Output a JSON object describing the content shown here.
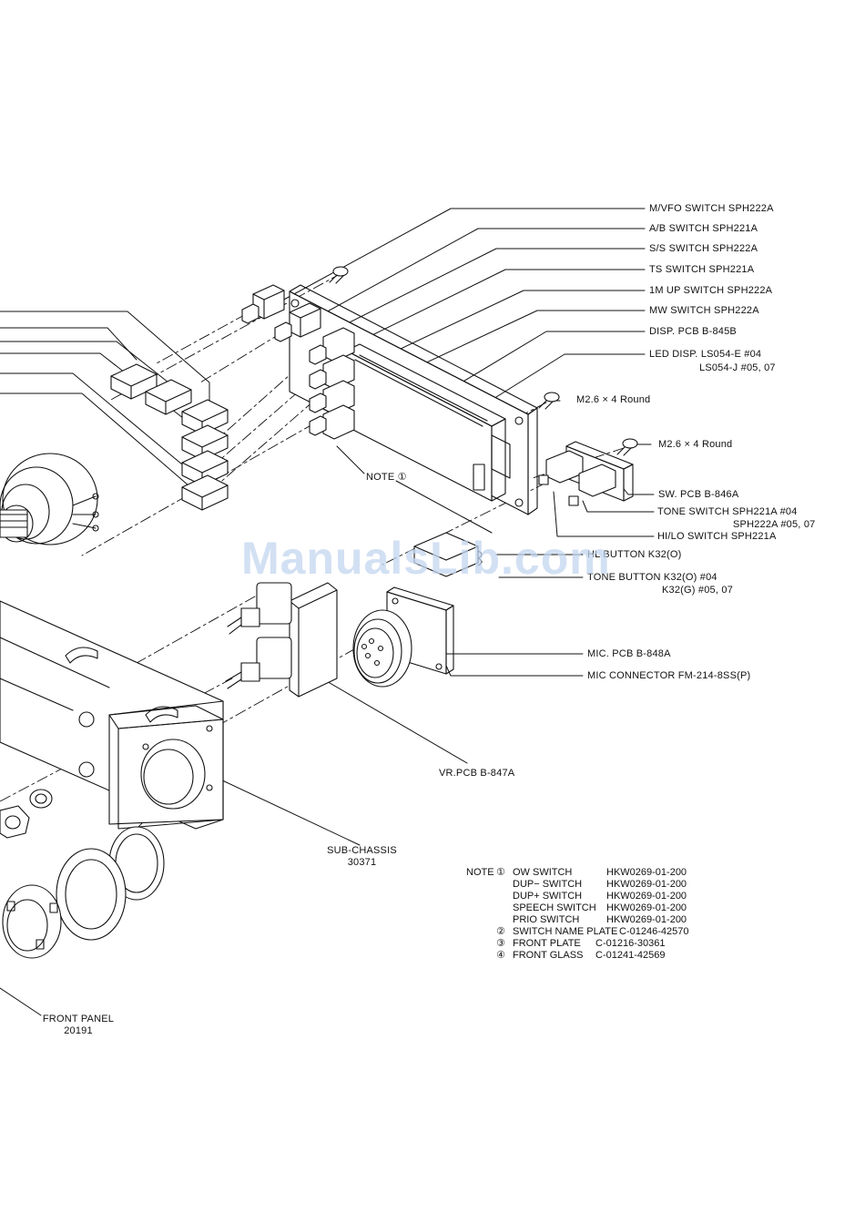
{
  "callouts": {
    "mvfo": "M/VFO SWITCH SPH222A",
    "ab": "A/B SWITCH SPH221A",
    "ss": "S/S SWITCH SPH222A",
    "ts": "TS SWITCH SPH221A",
    "mup": "1M UP SWITCH SPH222A",
    "mw": "MW SWITCH SPH222A",
    "disp_pcb": "DISP. PCB B-845B",
    "led_disp_1": "LED DISP. LS054-E #04",
    "led_disp_2": "LS054-J #05, 07",
    "screw_1": "M2.6 × 4 Round",
    "screw_2": "M2.6 × 4 Round",
    "note1": "NOTE ①",
    "sw_pcb": "SW. PCB B-846A",
    "tone_sw_1": "TONE SWITCH SPH221A #04",
    "tone_sw_2": "SPH222A #05, 07",
    "hilo_sw": "HI/LO SWITCH SPH221A",
    "hl_button": "HL BUTTON K32(O)",
    "tone_button_1": "TONE BUTTON K32(O) #04",
    "tone_button_2": "K32(G) #05, 07",
    "mic_pcb": "MIC. PCB B-848A",
    "mic_conn": "MIC CONNECTOR FM-214-8SS(P)",
    "vr_pcb": "VR.PCB B-847A",
    "sub_chassis_1": "SUB-CHASSIS",
    "sub_chassis_2": "30371",
    "front_panel_1": "FRONT PANEL",
    "front_panel_2": "20191"
  },
  "notes": {
    "heading": "NOTE",
    "rows": [
      {
        "mark": "①",
        "name": "OW SWITCH",
        "part": "HKW0269-01-200"
      },
      {
        "mark": "",
        "name": "DUP− SWITCH",
        "part": "HKW0269-01-200"
      },
      {
        "mark": "",
        "name": "DUP+ SWITCH",
        "part": "HKW0269-01-200"
      },
      {
        "mark": "",
        "name": "SPEECH SWITCH",
        "part": "HKW0269-01-200"
      },
      {
        "mark": "",
        "name": "PRIO SWITCH",
        "part": "HKW0269-01-200"
      },
      {
        "mark": "②",
        "name": "SWITCH NAME PLATE",
        "part": "C-01246-42570"
      },
      {
        "mark": "③",
        "name": "FRONT PLATE",
        "part": "C-01216-30361"
      },
      {
        "mark": "④",
        "name": "FRONT GLASS",
        "part": "C-01241-42569"
      }
    ]
  },
  "watermark": "ManualsLib.com"
}
